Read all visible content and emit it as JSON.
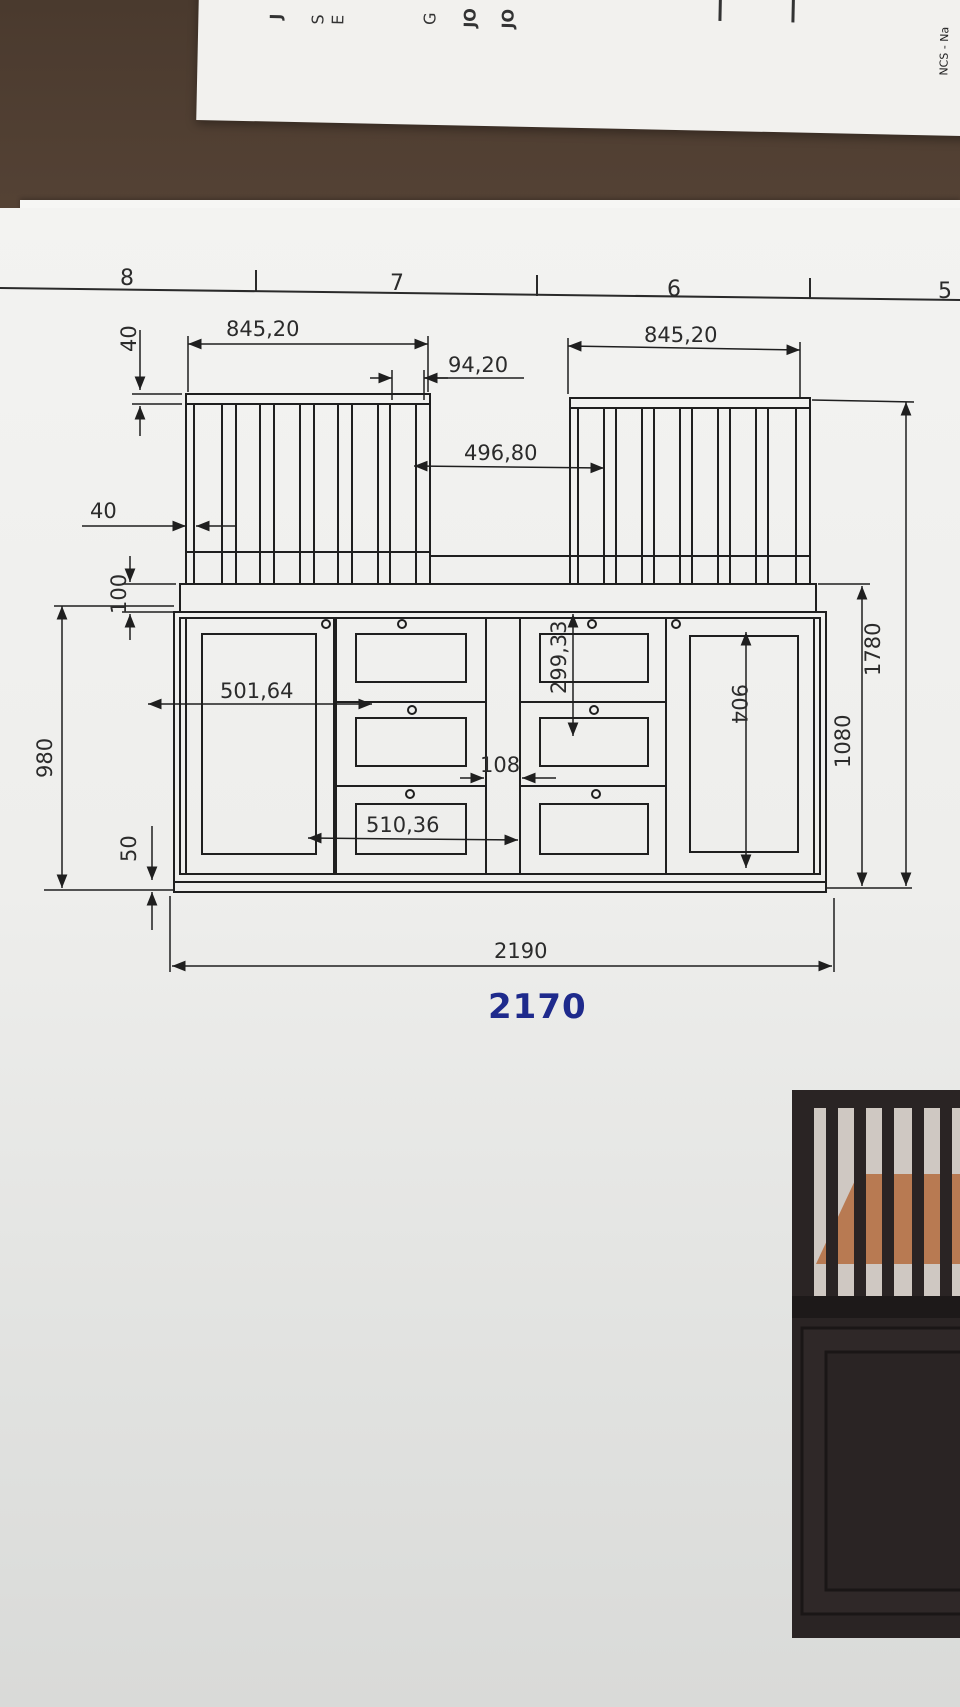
{
  "zone_numbers": [
    "8",
    "7",
    "6",
    "5"
  ],
  "top_paper": {
    "fragments": [
      "J",
      "S",
      "E",
      "G",
      "JO",
      "JO"
    ],
    "ncs_text": "NCS - Na"
  },
  "dimensions": {
    "left_upper_width": "845,20",
    "right_upper_width": "845,20",
    "rail_gap": "94,20",
    "upper_gap": "496,80",
    "top_rail": "40",
    "post_width": "40",
    "counter_thickness": "100",
    "left_door_width": "501,64",
    "drawer_height": "299,33",
    "right_door_height": "904",
    "center_gap": "108",
    "drawer_width": "510,36",
    "base_height": "980",
    "plinth": "50",
    "overall_height": "1780",
    "cabinet_height": "1080",
    "overall_width": "2190"
  },
  "handwritten_note": "2170",
  "colors": {
    "line": "#1f1f1f",
    "ink": "#1e2a8c",
    "paper": "#f1f1ef",
    "render_frame": "#2a2424",
    "render_wood": "#b87a52"
  }
}
